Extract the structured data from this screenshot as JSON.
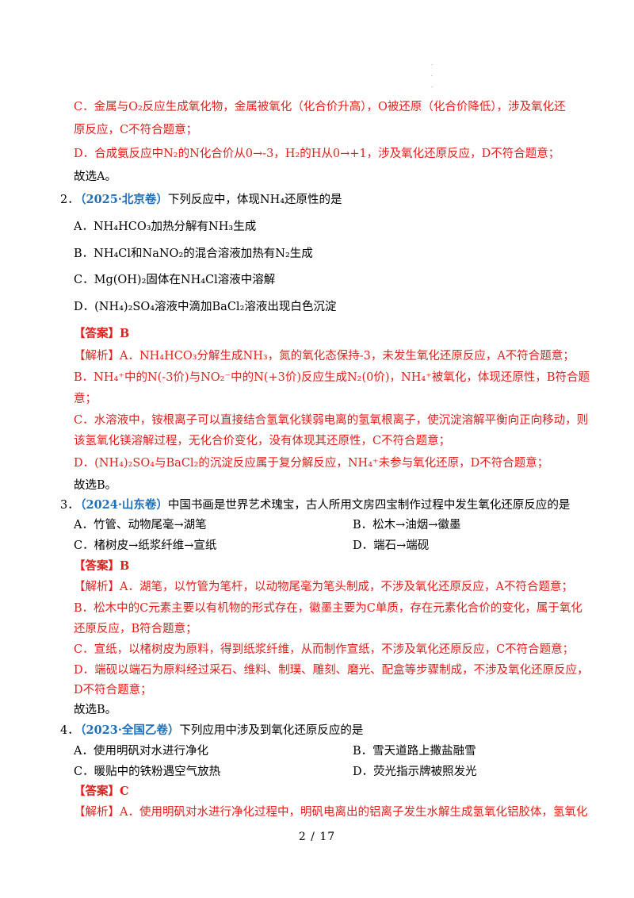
{
  "top": {
    "c_line1": "C．金属与O₂反应生成氧化物，金属被氧化（化合价升高），O被还原（化合价降低），涉及氧化还",
    "c_line2": "原反应，C不符合题意；",
    "d_line": "D．合成氨反应中N₂的N化合价从0→-3，H₂的H从0→+1，涉及氧化还原反应，D不符合题意；",
    "conclusion": "故选A。"
  },
  "q2": {
    "num": "2．",
    "source": "（2025·北京卷）",
    "stem": "下列反应中，体现NH₄还原性的是",
    "options": [
      "A．NH₄HCO₃加热分解有NH₃生成",
      "B．NH₄Cl和NaNO₂的混合溶液加热有N₂生成",
      "C．Mg(OH)₂固体在NH₄Cl溶液中溶解",
      "D．(NH₄)₂SO₄溶液中滴加BaCl₂溶液出现白色沉淀"
    ],
    "answer": "【答案】B",
    "analysis": [
      "【解析】A．NH₄HCO₃分解生成NH₃，氮的氧化态保持-3，未发生氧化还原反应，A不符合题意；",
      "B．NH₄⁺中的N(-3价)与NO₂⁻中的N(+3价)反应生成N₂(0价)，NH₄⁺被氧化，体现还原性，B符合题",
      "意；",
      "C．水溶液中，铵根离子可以直接结合氢氧化镁弱电离的氢氧根离子，使沉淀溶解平衡向正向移动，则",
      "该氢氧化镁溶解过程，无化合价变化，没有体现其还原性，C不符合题意；",
      "D．(NH₄)₂SO₄与BaCl₂的沉淀反应属于复分解反应，NH₄⁺未参与氧化还原，D不符合题意；"
    ],
    "conclusion": "故选B。"
  },
  "q3": {
    "num": "3．",
    "source": "（2024·山东卷）",
    "stem": "中国书画是世界艺术瑰宝，古人所用文房四宝制作过程中发生氧化还原反应的是",
    "options": [
      "A．竹管、动物尾毫→湖笔",
      "B．松木→油烟→徽墨",
      "C．楮树皮→纸浆纤维→宣纸",
      "D．端石→端砚"
    ],
    "answer": "【答案】B",
    "analysis": [
      "【解析】A．湖笔，以竹管为笔杆，以动物尾毫为笔头制成，不涉及氧化还原反应，A不符合题意；",
      "B．松木中的C元素主要以有机物的形式存在，徽墨主要为C单质，存在元素化合价的变化，属于氧化",
      "还原反应，B符合题意；",
      "C．宣纸，以楮树皮为原料，得到纸浆纤维，从而制作宣纸，不涉及氧化还原反应，C不符合题意；",
      "D．端砚以端石为原料经过采石、维料、制璞、雕刻、磨光、配盒等步骤制成，不涉及氧化还原反应，",
      "D不符合题意；"
    ],
    "conclusion": "故选B。"
  },
  "q4": {
    "num": "4．",
    "source": "（2023·全国乙卷）",
    "stem": "下列应用中涉及到氧化还原反应的是",
    "options": [
      "A．使用明矾对水进行净化",
      "B．雪天道路上撒盐融雪",
      "C．暖贴中的铁粉遇空气放热",
      "D．荧光指示牌被照发光"
    ],
    "answer": "【答案】C",
    "analysis": [
      "【解析】A．使用明矾对水进行净化过程中，明矾电离出的铝离子发生水解生成氢氧化铝胶体，氢氧化"
    ]
  },
  "footer": "2 / 17"
}
